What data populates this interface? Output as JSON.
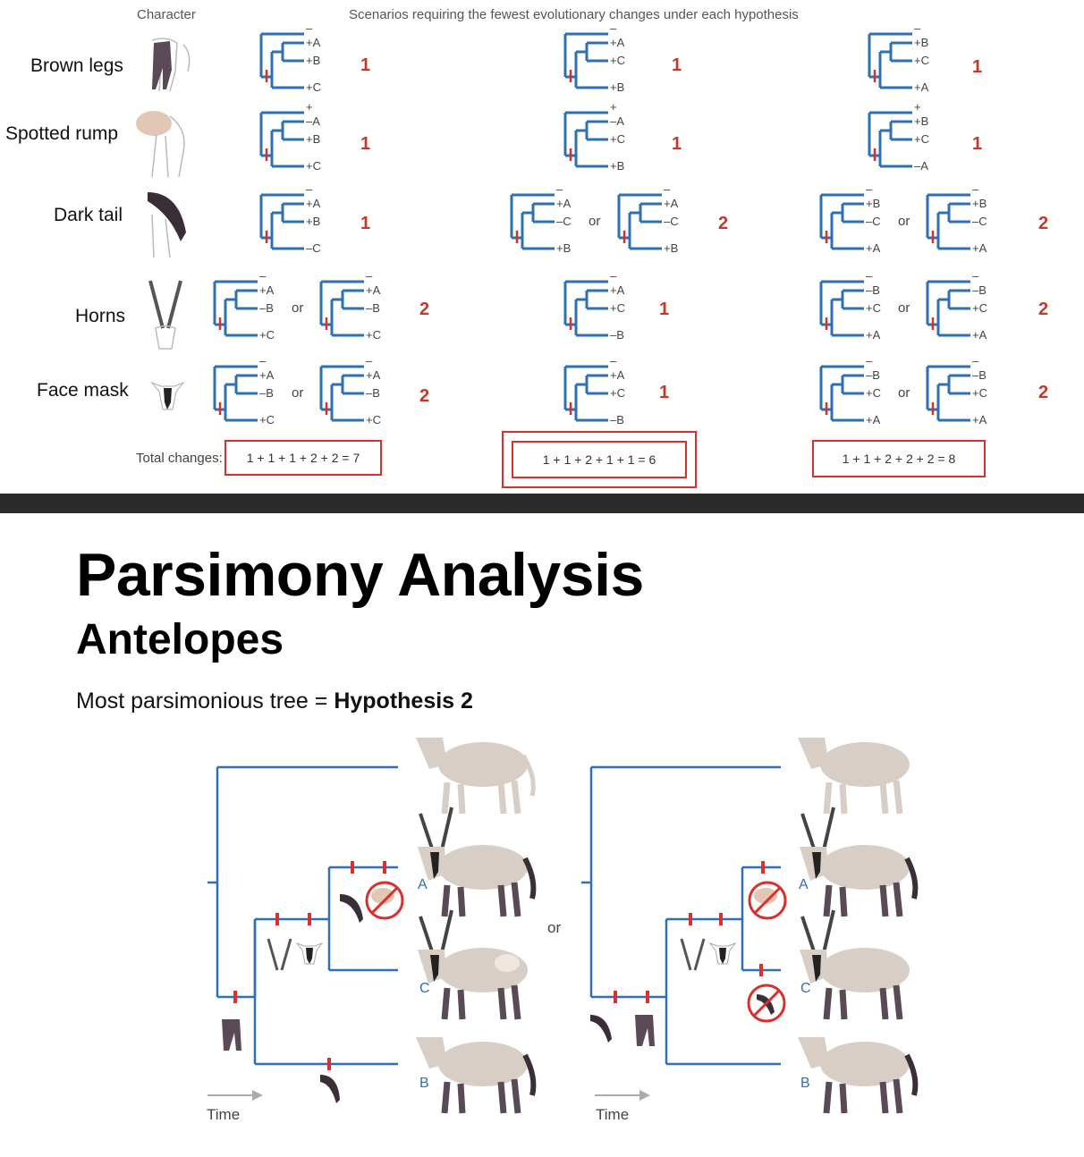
{
  "header": {
    "character": "Character",
    "scenarios": "Scenarios requiring the fewest evolutionary changes under each hypothesis"
  },
  "characters": [
    {
      "name": "Brown legs",
      "counts": [
        "1",
        "1",
        "1"
      ]
    },
    {
      "name": "Spotted rump",
      "counts": [
        "1",
        "1",
        "1"
      ]
    },
    {
      "name": "Dark tail",
      "counts": [
        "1",
        "2",
        "2"
      ]
    },
    {
      "name": "Horns",
      "counts": [
        "2",
        "1",
        "2"
      ]
    },
    {
      "name": "Face mask",
      "counts": [
        "2",
        "1",
        "2"
      ]
    }
  ],
  "or_word": "or",
  "totals": {
    "label": "Total changes:",
    "h1": "1 + 1 + 1 + 2 + 2 = 7",
    "h2": "1 + 1 + 2 + 1 + 1 = 6",
    "h3": "1 + 1 + 2 + 2 + 2 = 8"
  },
  "trees": {
    "h1": [
      [
        "–",
        "+A",
        "+B",
        "+C"
      ],
      [
        "+",
        "–A",
        "+B",
        "+C"
      ],
      [
        "–",
        "+A",
        "+B",
        "–C"
      ],
      [
        "–",
        "+A",
        "–B",
        "+C"
      ],
      [
        "–",
        "+A",
        "–B",
        "+C"
      ]
    ],
    "h2": [
      [
        "–",
        "+A",
        "+C",
        "+B"
      ],
      [
        "+",
        "–A",
        "+C",
        "+B"
      ],
      [
        "–",
        "+A",
        "–C",
        "+B"
      ],
      [
        "–",
        "+A",
        "+C",
        "–B"
      ],
      [
        "–",
        "+A",
        "+C",
        "–B"
      ]
    ],
    "h3": [
      [
        "–",
        "+B",
        "+C",
        "+A"
      ],
      [
        "+",
        "+B",
        "+C",
        "–A"
      ],
      [
        "–",
        "+B",
        "–C",
        "+A"
      ],
      [
        "–",
        "–B",
        "+C",
        "+A"
      ],
      [
        "–",
        "–B",
        "+C",
        "+A"
      ]
    ]
  },
  "slide": {
    "title": "Parsimony Analysis",
    "subtitle": "Antelopes",
    "conclusion_prefix": "Most parsimonious tree = ",
    "conclusion_bold": "Hypothesis 2"
  },
  "big_trees": {
    "left": {
      "tips": [
        "A",
        "C",
        "B"
      ],
      "time": "Time"
    },
    "right": {
      "tips": [
        "A",
        "C",
        "B"
      ],
      "time": "Time"
    },
    "or_word": "or"
  },
  "colors": {
    "branch": "#2f6fb3",
    "change_mark": "#d9302b",
    "count": "#c0392b"
  }
}
